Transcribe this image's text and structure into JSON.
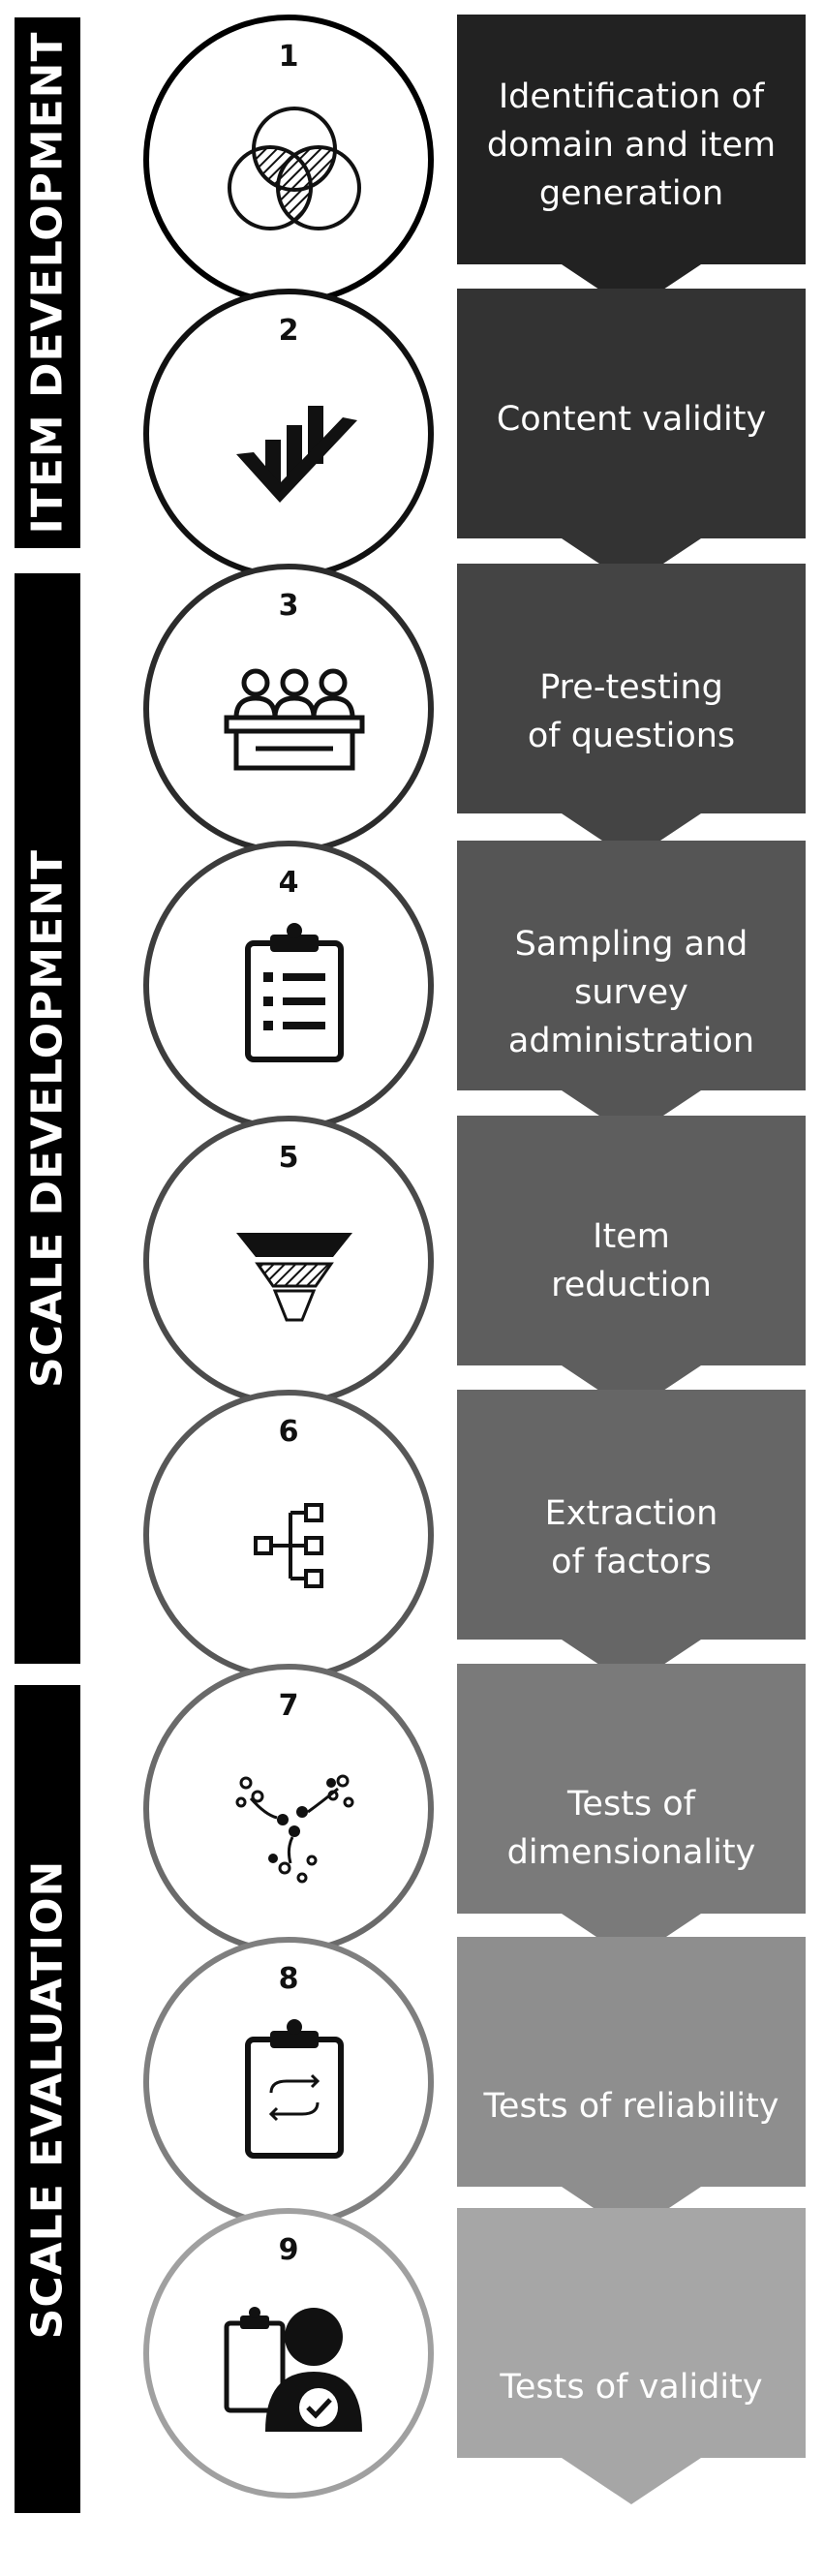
{
  "phases": [
    {
      "label": "ITEM DEVELOPMENT"
    },
    {
      "label": "SCALE DEVELOPMENT"
    },
    {
      "label": "SCALE EVALUATION"
    }
  ],
  "steps": [
    {
      "number": "1",
      "label": "Identification of\ndomain and item\ngeneration",
      "icon": "venn-diagram-icon",
      "fill": "#222222",
      "ring": "#000000"
    },
    {
      "number": "2",
      "label": "Content validity",
      "icon": "bar-chart-check-icon",
      "fill": "#333333",
      "ring": "#111111"
    },
    {
      "number": "3",
      "label": "Pre-testing\nof questions",
      "icon": "panel-discussion-icon",
      "fill": "#444444",
      "ring": "#2b2b2b"
    },
    {
      "number": "4",
      "label": "Sampling and\nsurvey\nadministration",
      "icon": "clipboard-list-icon",
      "fill": "#555555",
      "ring": "#3d3d3d"
    },
    {
      "number": "5",
      "label": "Item\nreduction",
      "icon": "funnel-icon",
      "fill": "#5e5e5e",
      "ring": "#4a4a4a"
    },
    {
      "number": "6",
      "label": "Extraction\nof factors",
      "icon": "tree-structure-icon",
      "fill": "#666666",
      "ring": "#575757"
    },
    {
      "number": "7",
      "label": "Tests of\ndimensionality",
      "icon": "converging-points-icon",
      "fill": "#7a7a7a",
      "ring": "#6a6a6a"
    },
    {
      "number": "8",
      "label": "Tests of reliability",
      "icon": "clipboard-cycle-icon",
      "fill": "#8e8e8e",
      "ring": "#7f7f7f"
    },
    {
      "number": "9",
      "label": "Tests of validity",
      "icon": "person-check-icon",
      "fill": "#a6a6a6",
      "ring": "#a0a0a0"
    }
  ]
}
